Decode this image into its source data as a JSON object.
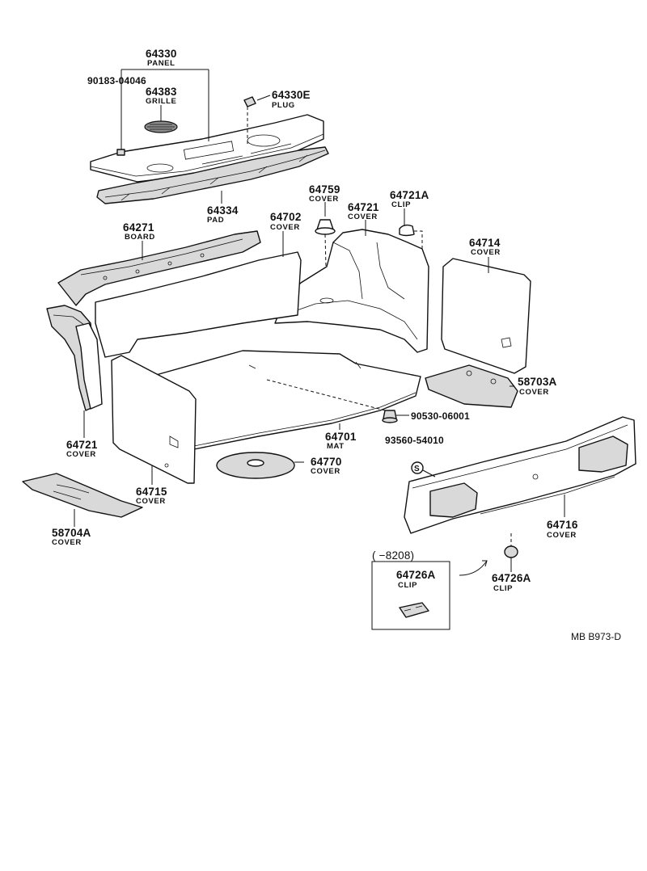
{
  "diagram_code": "MB  B973-D",
  "date_range": "(      −8208)",
  "parts": {
    "p64330": {
      "number": "64330",
      "name": "PANEL"
    },
    "p90183": {
      "number": "90183-04046"
    },
    "p64383": {
      "number": "64383",
      "name": "GRILLE"
    },
    "p64330e": {
      "number": "64330E",
      "name": "PLUG"
    },
    "p64334": {
      "number": "64334",
      "name": "PAD"
    },
    "p64759": {
      "number": "64759",
      "name": "COVER"
    },
    "p64721_top": {
      "number": "64721",
      "name": "COVER"
    },
    "p64721a": {
      "number": "64721A",
      "name": "CLIP"
    },
    "p64271": {
      "number": "64271",
      "name": "BOARD"
    },
    "p64702": {
      "number": "64702",
      "name": "COVER"
    },
    "p64714": {
      "number": "64714",
      "name": "COVER"
    },
    "p58703a": {
      "number": "58703A",
      "name": "COVER"
    },
    "p90530": {
      "number": "90530-06001"
    },
    "p93560": {
      "number": "93560-54010"
    },
    "p64701": {
      "number": "64701",
      "name": "MAT"
    },
    "p64770": {
      "number": "64770",
      "name": "COVER"
    },
    "p64721_left": {
      "number": "64721",
      "name": "COVER"
    },
    "p64715": {
      "number": "64715",
      "name": "COVER"
    },
    "p58704a": {
      "number": "58704A",
      "name": "COVER"
    },
    "p64716": {
      "number": "64716",
      "name": "COVER"
    },
    "p64726a_box": {
      "number": "64726A",
      "name": "CLIP"
    },
    "p64726a": {
      "number": "64726A",
      "name": "CLIP"
    }
  }
}
